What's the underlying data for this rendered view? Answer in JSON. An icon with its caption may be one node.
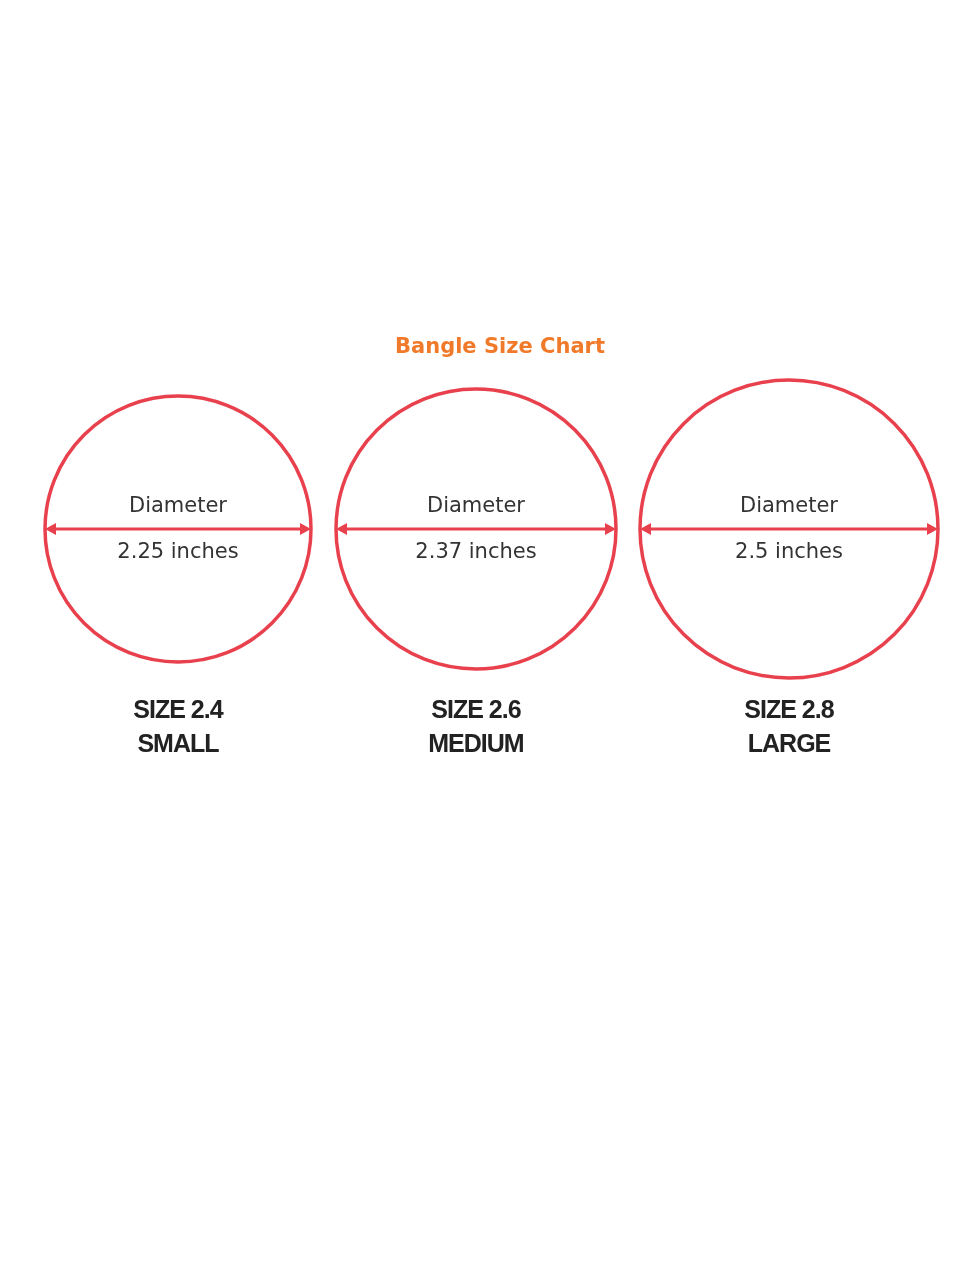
{
  "diagram": {
    "title": "Bangle Size Chart",
    "nodes": [
      {
        "text": [
          "Diameter",
          "2.25 inches"
        ],
        "beside": [
          "SIZE 2.4 SMALL"
        ]
      },
      {
        "text": [
          "Diameter",
          "2.37 inches"
        ],
        "beside": [
          "SIZE 2.6 MEDIUM"
        ]
      },
      {
        "text": [
          "Diameter",
          "2.5 inches"
        ],
        "beside": [
          "SIZE 2.8 LARGE"
        ]
      }
    ]
  }
}
